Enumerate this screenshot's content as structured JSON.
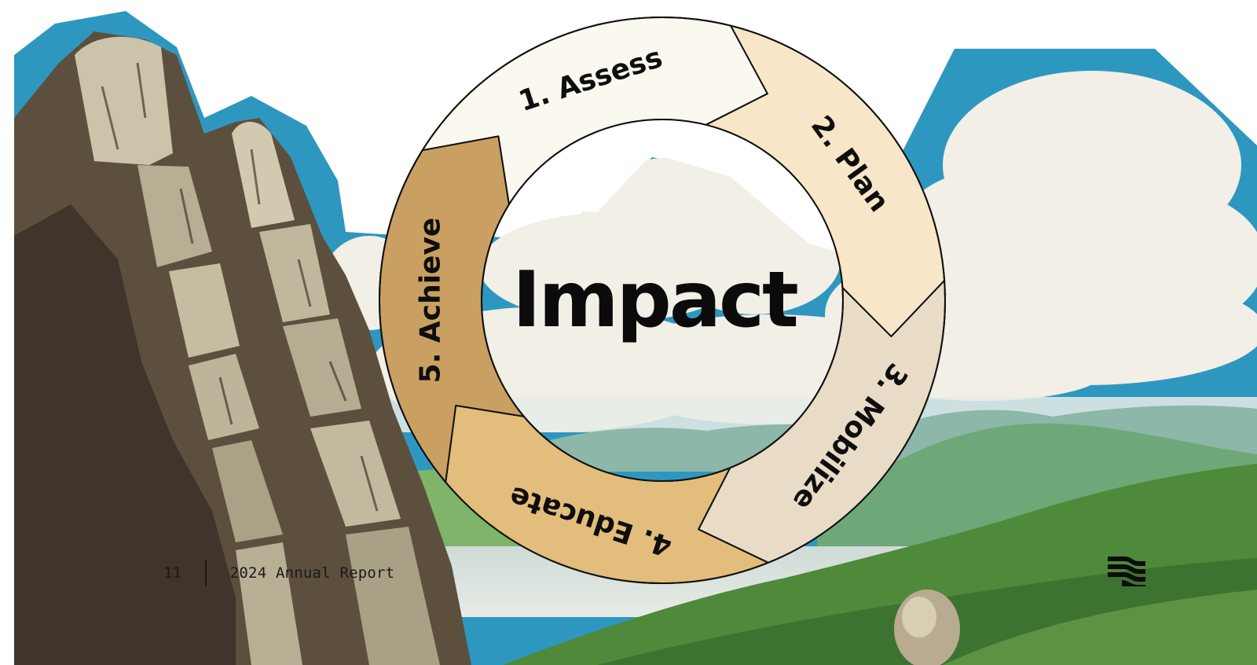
{
  "diagram": {
    "center_label": "Impact",
    "steps": [
      {
        "label": "1. Assess",
        "fill": "#faf8ef"
      },
      {
        "label": "2. Plan",
        "fill": "#f7e6c7"
      },
      {
        "label": "3. Mobilize",
        "fill": "#e8dcc6"
      },
      {
        "label": "4. Educate",
        "fill": "#e3bd7b"
      },
      {
        "label": "5. Achieve",
        "fill": "#c9a062"
      }
    ]
  },
  "footer": {
    "page_number": "11",
    "report_title": "2024 Annual Report"
  },
  "icons": {
    "logo": "wave-lines-logo-icon"
  },
  "colors": {
    "sky": "#2e97c0",
    "cloud": "#f1efe6",
    "left_strip": "#e6dcc8",
    "outline": "#111111"
  }
}
